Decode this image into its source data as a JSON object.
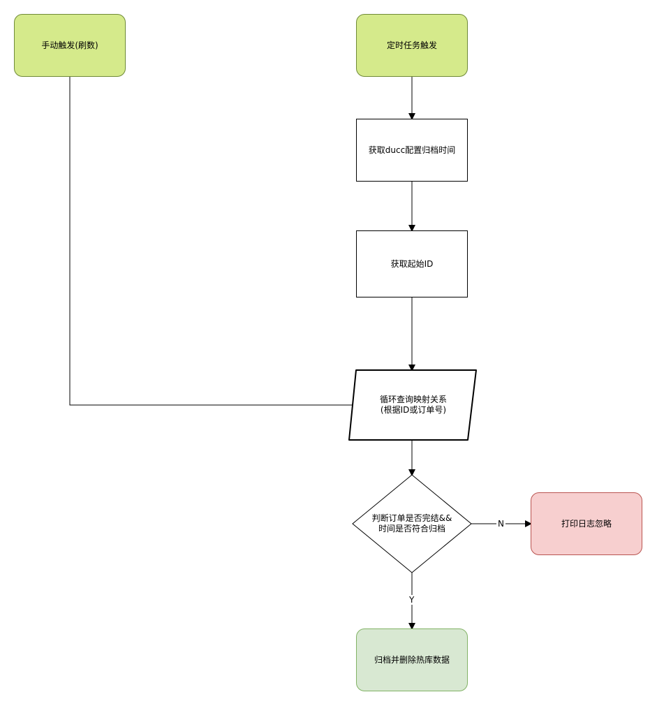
{
  "nodes": {
    "manual_trigger": "手动触发(刷数)",
    "scheduled_trigger": "定时任务触发",
    "get_ducc_config": "获取ducc配置归档时间",
    "get_start_id": "获取起始ID",
    "loop_query": "循环查询映射关系\n(根据ID或订单号)",
    "decision": "判断订单是否完结&&\n时间是否符合归档",
    "print_log": "打印日志忽略",
    "archive_delete": "归档并删除热库数据"
  },
  "edges": {
    "no_label": "N",
    "yes_label": "Y"
  },
  "colors": {
    "start_fill": "#d5ea8b",
    "start_stroke": "#6f8a37",
    "ignore_fill": "#f7cfcf",
    "ignore_stroke": "#b95450",
    "end_fill": "#d8e8d2",
    "end_stroke": "#82b366",
    "line": "#000000"
  }
}
